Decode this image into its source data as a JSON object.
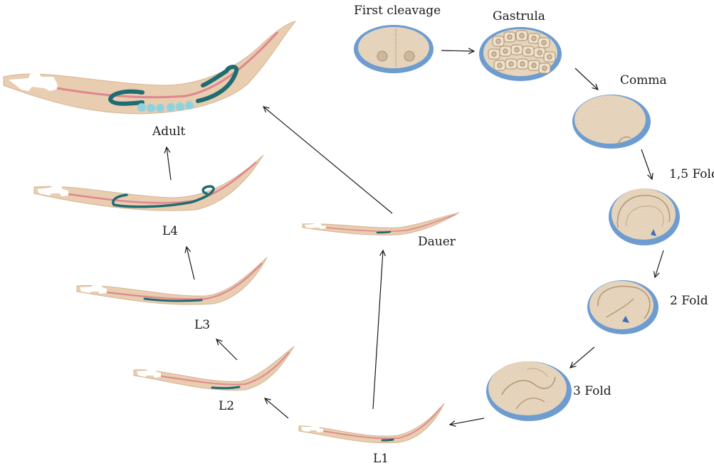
{
  "colors": {
    "background": "#ffffff",
    "body_tan": "#e8cdb0",
    "body_outline": "#d4b592",
    "gut_pink": "#e0868f",
    "gonad_teal": "#1f6c73",
    "egg_cyan": "#8fd2dd",
    "pharynx_white": "#ffffff",
    "egg_shell_blue": "#6d9cd1",
    "embryo_tan": "#e6d4bc",
    "arrow": "#1a1a1a"
  },
  "embryo_stages": [
    {
      "id": "first-cleavage",
      "label": "First cleavage"
    },
    {
      "id": "gastrula",
      "label": "Gastrula"
    },
    {
      "id": "comma",
      "label": "Comma"
    },
    {
      "id": "fold-1-5",
      "label": "1,5 Fold"
    },
    {
      "id": "fold-2",
      "label": "2 Fold"
    },
    {
      "id": "fold-3",
      "label": "3 Fold"
    }
  ],
  "larval_stages": [
    {
      "id": "l1",
      "label": "L1"
    },
    {
      "id": "l2",
      "label": "L2"
    },
    {
      "id": "l3",
      "label": "L3"
    },
    {
      "id": "l4",
      "label": "L4"
    },
    {
      "id": "dauer",
      "label": "Dauer"
    },
    {
      "id": "adult",
      "label": "Adult"
    }
  ]
}
